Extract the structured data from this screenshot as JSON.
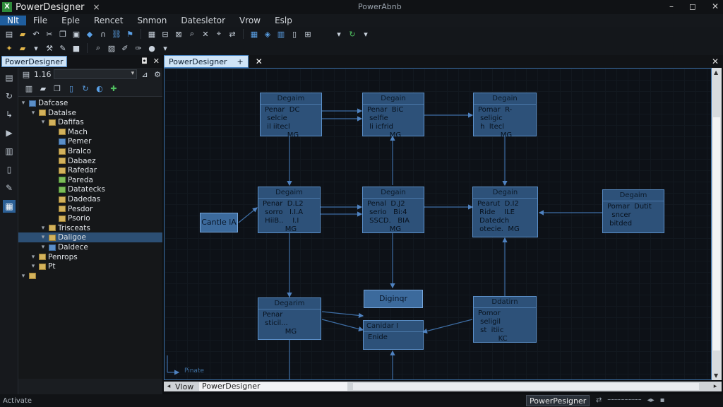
{
  "titlebar": {
    "app_name": "PowerDesigner",
    "close_glyph": "×",
    "window_title": "PowerAbnb",
    "buttons": [
      "–",
      "◻",
      "✕"
    ]
  },
  "menubar": {
    "items": [
      "Nlt",
      "File",
      "Eple",
      "Rencet",
      "Snmon",
      "Datesletor",
      "Vrow",
      "Eslp"
    ]
  },
  "toolbar1": [
    "file-open-icon",
    "folder-icon",
    "undo-icon",
    "cut-icon",
    "copy-icon",
    "paste-icon",
    "diamond-icon",
    "magnet-icon",
    "link-icon",
    "flag-icon",
    "table-icon",
    "split-icon",
    "close-icon",
    "zoom-icon",
    "cross-icon",
    "tool-icon",
    "tool-icon",
    "table-icon",
    "cube-icon",
    "grid-icon",
    "page-icon",
    "page-icon",
    "dropdown-icon",
    "refresh-icon"
  ],
  "toolbar2": [
    "star-icon",
    "folder-icon",
    "dropdown-icon",
    "tool-icon",
    "brush-icon",
    "box-icon",
    "search-icon",
    "image-icon",
    "pen-icon",
    "pen-icon",
    "dot-icon",
    "dropdown-icon"
  ],
  "left_panel": {
    "tab_label": "PowerDesigner",
    "header_buttons": [
      "◘",
      "✕"
    ],
    "combo_label": "1.16",
    "tree": [
      {
        "label": "Dafcase",
        "indent": 0,
        "icon": "blue"
      },
      {
        "label": "Datalse",
        "indent": 1,
        "icon": "yellow"
      },
      {
        "label": "Dafifas",
        "indent": 2,
        "icon": "yellow"
      },
      {
        "label": "Mach",
        "indent": 3,
        "icon": "yellow"
      },
      {
        "label": "Pemer",
        "indent": 3,
        "icon": "blue"
      },
      {
        "label": "Bralco",
        "indent": 3,
        "icon": "yellow"
      },
      {
        "label": "Dabaez",
        "indent": 3,
        "icon": "yellow"
      },
      {
        "label": "Rafedar",
        "indent": 3,
        "icon": "yellow"
      },
      {
        "label": "Pareda",
        "indent": 3,
        "icon": "green"
      },
      {
        "label": "Datatecks",
        "indent": 3,
        "icon": "green"
      },
      {
        "label": "Dadedas",
        "indent": 3,
        "icon": "yellow"
      },
      {
        "label": "Pesdor",
        "indent": 3,
        "icon": "yellow"
      },
      {
        "label": "Psorio",
        "indent": 3,
        "icon": "yellow"
      },
      {
        "label": "Trisceats",
        "indent": 2,
        "icon": "yellow"
      },
      {
        "label": "Daligoe",
        "indent": 2,
        "icon": "yellow",
        "selected": true
      },
      {
        "label": "Daldece",
        "indent": 2,
        "icon": "blue"
      },
      {
        "label": "Penrops",
        "indent": 1,
        "icon": "yellow"
      },
      {
        "label": "Pt",
        "indent": 1,
        "icon": "yellow"
      },
      {
        "label": "",
        "indent": 0,
        "icon": "yellow"
      }
    ]
  },
  "doc": {
    "tab_label": "PowerDesigner",
    "tab_pin": "+",
    "bottom_view": "Vlow",
    "bottom_doc": "PowerDesigner"
  },
  "diagram": {
    "entities": [
      {
        "title": "Degaim",
        "body": "Penar  DC\n selcie\n il iitecl\n          MG"
      },
      {
        "title": "Degain",
        "body": "Penar  BiC\n selfie\n li icfrid\n          MG"
      },
      {
        "title": "Degain",
        "body": "Pomar  R-\n seligic\n h  ltecl\n          MG"
      },
      {
        "title": "Degaim",
        "body": "Penar  D.L2\n sorro   I.I.A\n HiiB..    I.I\n          MG"
      },
      {
        "title": "Degain",
        "body": "Penal  D.J2\n serio   Bi:4\n SSCD.   BIA\n          MG"
      },
      {
        "title": "Degain",
        "body": "Pearut  D.I2\n Ride    ILE\n Datedch\n otecie.  MG"
      },
      {
        "title": "Degaim",
        "body": "Pomar  Dutit\n  sncer\n bitded"
      },
      {
        "title": "Degarim",
        "body": "Penar\n sticil...\n          MG"
      },
      {
        "title": "Ddatirn",
        "body": "Pomor\n seligil\n st  itiic\n         KC"
      },
      {
        "title": "Canidar  I",
        "body": "Enide\n"
      }
    ],
    "notes": [
      "Cantle  lA",
      "Diginqr"
    ],
    "mini_label": "Pinate"
  },
  "status": {
    "left": "Activate",
    "right": "PowerPesigner"
  }
}
